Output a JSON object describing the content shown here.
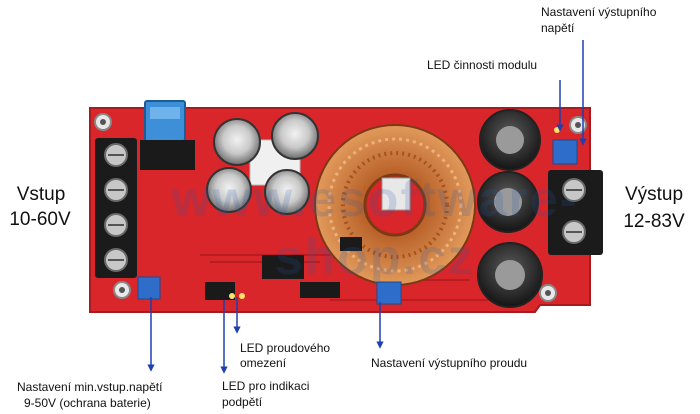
{
  "labels": {
    "input_title": "Vstup",
    "input_range": "10-60V",
    "output_title": "Výstup",
    "output_range": "12-83V",
    "output_voltage_adj_line1": "Nastavení výstupního",
    "output_voltage_adj_line2": "napětí",
    "module_led": "LED činnosti modulu",
    "current_limit_led_line1": "LED proudového",
    "current_limit_led_line2": "omezení",
    "output_current_adj": "Nastavení výstupního proudu",
    "min_input_adj_line1": "Nastavení min.vstup.napětí",
    "min_input_adj_line2": "9-50V (ochrana baterie)",
    "undervoltage_led_line1": "LED pro indikaci",
    "undervoltage_led_line2": "podpětí"
  },
  "watermark": "www.esoftware-shop.cz",
  "colors": {
    "pcb": "#d8262a",
    "arrow": "#1f3fb0"
  }
}
